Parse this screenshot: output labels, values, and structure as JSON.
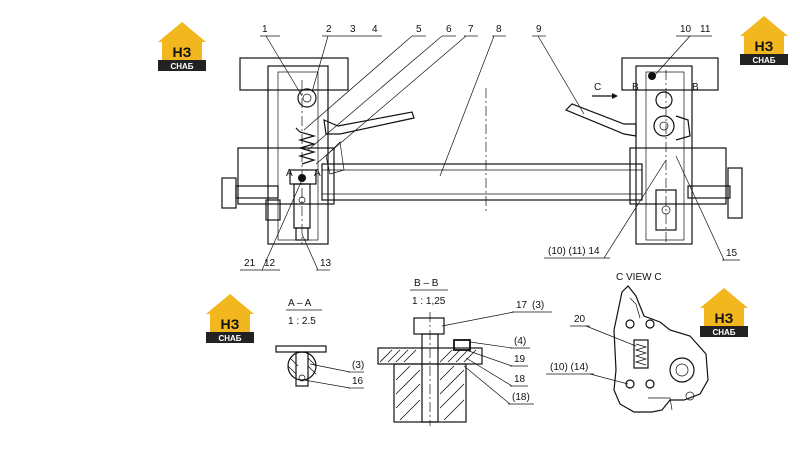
{
  "logos": {
    "mark": "НЗ",
    "sub": "СНАБ",
    "color_gold": "#f2b71f",
    "color_dark": "#222222"
  },
  "callouts": {
    "c1": "1",
    "c2": "2",
    "c3": "3",
    "c4": "4",
    "c5": "5",
    "c6": "6",
    "c7": "7",
    "c8": "8",
    "c9": "9",
    "c10": "10",
    "c11": "11",
    "c12": "12",
    "c13": "13",
    "c14": "14",
    "c15": "15",
    "c16": "16",
    "c17": "17",
    "c18": "18",
    "c19": "19",
    "c20": "20",
    "c21": "21",
    "ref_10_11_14": "(10) (11) 14",
    "ref_10_14": "(10) (14)",
    "ref_3": "(3)",
    "ref_4": "(4)",
    "ref_17_3": "(3)",
    "ref_18": "(18)"
  },
  "views": {
    "aa_title": "A – A",
    "aa_scale": "1 : 2.5",
    "bb_title": "B – B",
    "bb_scale": "1 : 1,25",
    "c_title": "C   VIEW C",
    "c_arrow": "C",
    "mark_a": "A",
    "mark_b": "B"
  }
}
